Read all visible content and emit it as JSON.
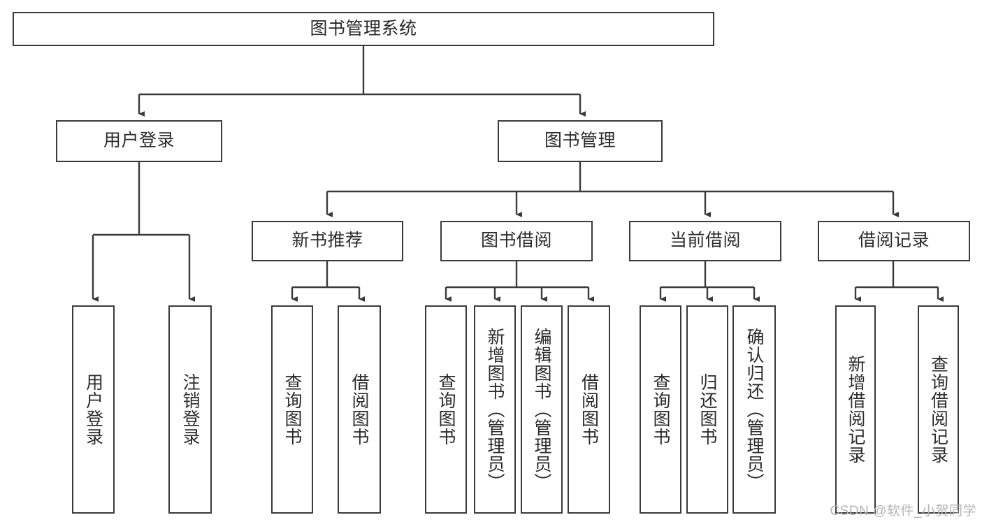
{
  "diagram": {
    "type": "tree-hierarchy",
    "title": "图书管理系统",
    "colors": {
      "stroke": "#3a3a3a",
      "text": "#2b2b2b",
      "background": "#ffffff",
      "watermark": "#b4b4b4"
    },
    "root": {
      "label": "图书管理系统"
    },
    "level2": [
      {
        "label": "用户登录"
      },
      {
        "label": "图书管理"
      }
    ],
    "level3": [
      {
        "label": "新书推荐"
      },
      {
        "label": "图书借阅"
      },
      {
        "label": "当前借阅"
      },
      {
        "label": "借阅记录"
      }
    ],
    "leaves": {
      "user_login": [
        {
          "label": "用户登录"
        },
        {
          "label": "注销登录"
        }
      ],
      "new_book_recommend": [
        {
          "label": "查询图书"
        },
        {
          "label": "借阅图书"
        }
      ],
      "book_borrow": [
        {
          "label": "查询图书"
        },
        {
          "label": "新增图书（管理员）"
        },
        {
          "label": "编辑图书（管理员）"
        },
        {
          "label": "借阅图书"
        }
      ],
      "current_borrow": [
        {
          "label": "查询图书"
        },
        {
          "label": "归还图书"
        },
        {
          "label": "确认归还（管理员）"
        }
      ],
      "borrow_record": [
        {
          "label": "新增借阅记录"
        },
        {
          "label": "查询借阅记录"
        }
      ]
    }
  },
  "watermark": {
    "text": "CSDN @软件_小贺同学"
  }
}
